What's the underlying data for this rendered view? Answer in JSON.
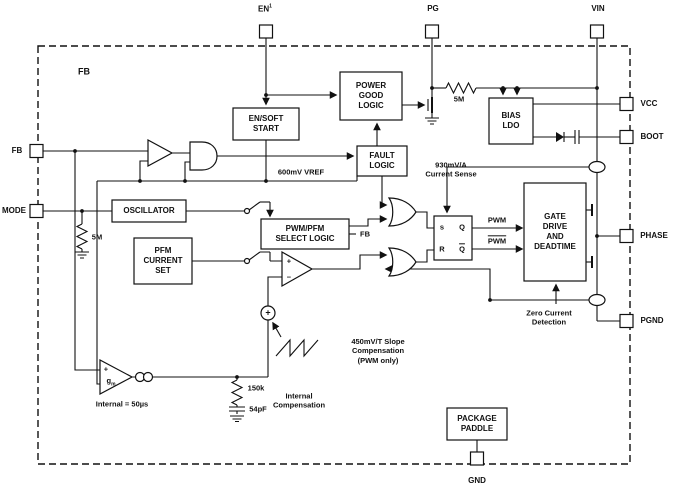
{
  "pins": {
    "en": {
      "label": "EN",
      "sup": "1"
    },
    "pg": "PG",
    "vin": "VIN",
    "vcc": "VCC",
    "boot": "BOOT",
    "phase": "PHASE",
    "pgnd": "PGND",
    "gnd": "GND",
    "fb": "FB",
    "mode": "MODE"
  },
  "blocks": {
    "inner_fb": "FB",
    "en_soft_start": "EN/SOFT\nSTART",
    "power_good_logic": "POWER\nGOOD\nLOGIC",
    "fault_logic": "FAULT\nLOGIC",
    "bias_ldo": "BIAS\nLDO",
    "oscillator": "OSCILLATOR",
    "pfm_current_set": "PFM\nCURRENT\nSET",
    "pwm_pfm_select": "PWM/PFM\nSELECT LOGIC",
    "gate_drive": "GATE\nDRIVE\nAND\nDEADTIME",
    "package_paddle": "PACKAGE\nPADDLE",
    "latch": {
      "s": "s",
      "q": "Q",
      "r": "R",
      "qn": "Q"
    }
  },
  "annotations": {
    "vref": "600mV VREF",
    "current_sense": "930mV/A\nCurrent Sense",
    "pwm": "PWM",
    "pwm_n": "PWM",
    "zero_current": "Zero Current\nDetection",
    "slope_comp": "450mV/T Slope\nCompensation\n(PWM only)",
    "internal_comp": "Internal\nCompensation",
    "r150k": "150k",
    "c54pf": "54pF",
    "internal_50us": "Internal = 50µs",
    "r5m_top": "5M",
    "r5m_mode": "5M",
    "fb_select": "FB",
    "gm_plus": "+",
    "gm_g": "g",
    "gm_m": "m",
    "comp_plus": "+",
    "comp_minus": "−",
    "sum_plus": "+"
  },
  "colors": {
    "line": "#111111",
    "background": "#ffffff"
  }
}
